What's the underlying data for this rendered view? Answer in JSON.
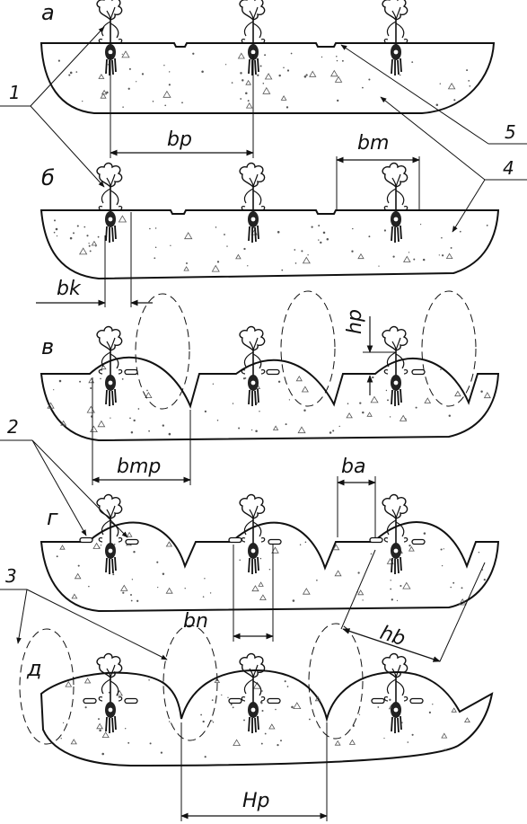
{
  "panels": [
    {
      "id": "a",
      "label": "а"
    },
    {
      "id": "b",
      "label": "б"
    },
    {
      "id": "v",
      "label": "в"
    },
    {
      "id": "g",
      "label": "г"
    },
    {
      "id": "d",
      "label": "д"
    }
  ],
  "callouts": [
    "1",
    "2",
    "3",
    "4",
    "5"
  ],
  "dimensions": {
    "bp": "bp",
    "bm": "bm",
    "bk": "bk",
    "hp": "hp",
    "bmp": "bmp",
    "ba": "ba",
    "bn": "bn",
    "hb": "hb",
    "Hp": "Hp"
  },
  "colors": {
    "line": "#111111",
    "dots": "#555555",
    "background": "#ffffff"
  }
}
